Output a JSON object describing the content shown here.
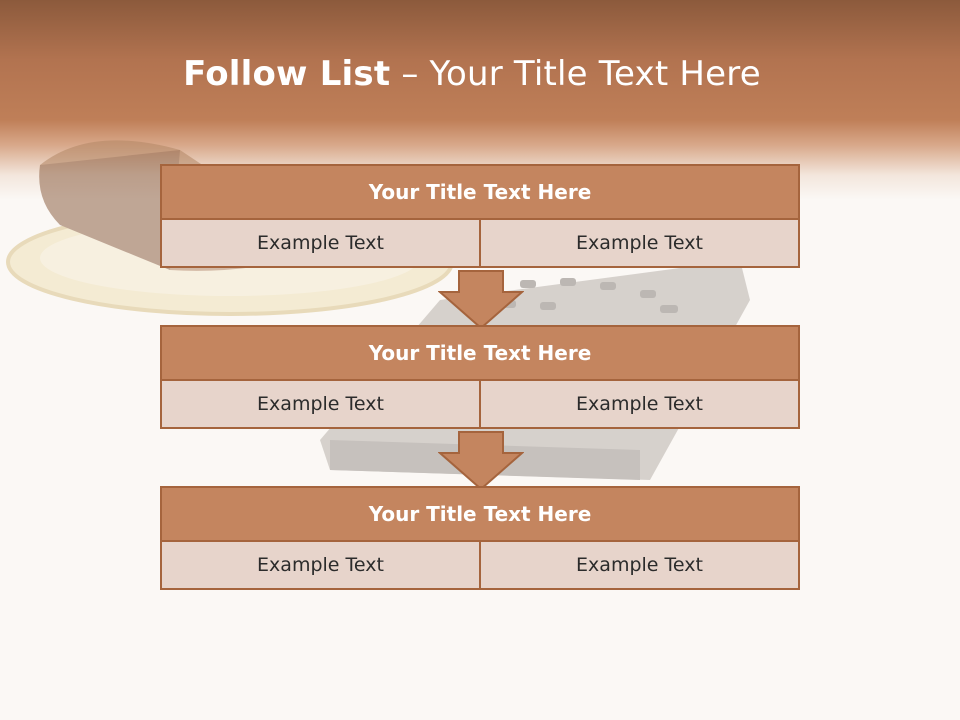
{
  "slide": {
    "title_bold": "Follow List",
    "title_dash": "–",
    "title_rest": "Your Title Text Here"
  },
  "blocks": [
    {
      "heading": "Your Title Text Here",
      "cells": [
        "Example Text",
        "Example Text"
      ]
    },
    {
      "heading": "Your Title Text Here",
      "cells": [
        "Example Text",
        "Example Text"
      ]
    },
    {
      "heading": "Your Title Text Here",
      "cells": [
        "Example Text",
        "Example Text"
      ]
    }
  ],
  "colors": {
    "header_brown": "#b27350",
    "box_fill": "#c4855f",
    "box_border": "#a5643d",
    "cell_fill": "#e7d4cb",
    "arrow_fill": "#c4855f"
  }
}
